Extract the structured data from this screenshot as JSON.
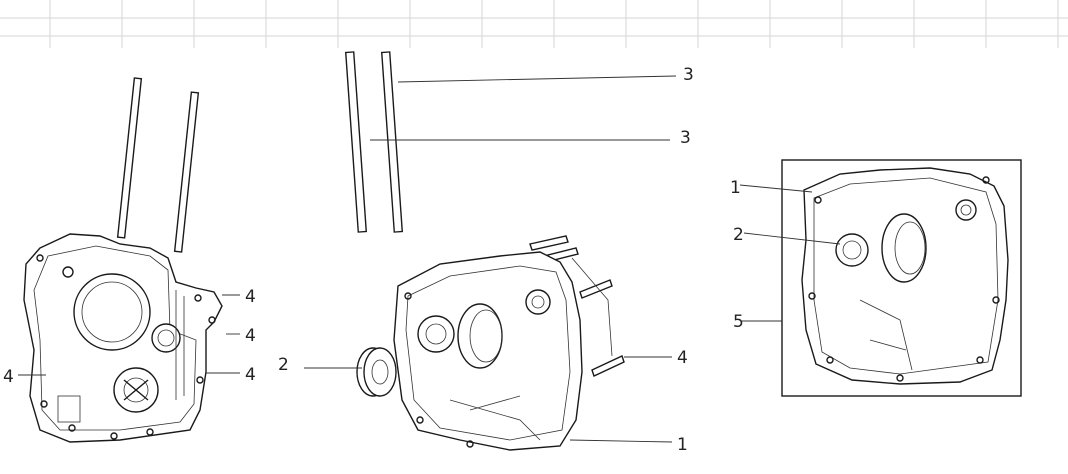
{
  "callouts": {
    "left_4a": "4",
    "left_4b": "4",
    "left_4c": "4",
    "left_4d": "4",
    "mid_3a": "3",
    "mid_3b": "3",
    "mid_2": "2",
    "mid_4": "4",
    "mid_1": "1",
    "inset_1": "1",
    "inset_2": "2",
    "inset_5": "5"
  },
  "colors": {
    "ink": "#1a1a1a",
    "grid_line": "#d4d4d4",
    "background": "#ffffff"
  }
}
